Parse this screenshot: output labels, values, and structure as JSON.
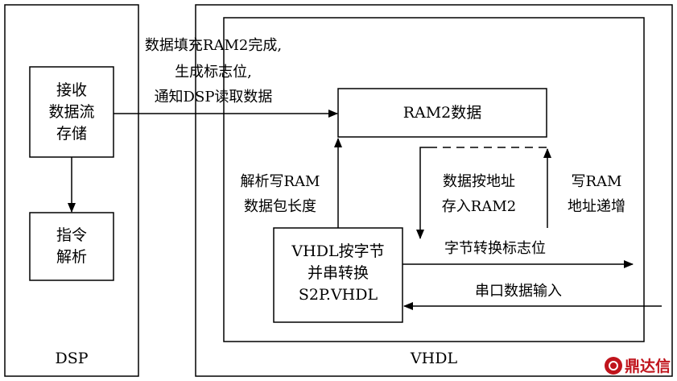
{
  "dsp": {
    "label": "DSP",
    "receive_box": [
      "接收",
      "数据流",
      "存储"
    ],
    "command_box": [
      "指令",
      "解析"
    ]
  },
  "vhdl": {
    "label": "VHDL",
    "ram_box": "RAM2数据",
    "s2p_box": [
      "VHDL按字节",
      "并串转换",
      "S2P.VHDL"
    ]
  },
  "labels": {
    "ram_full": [
      "数据填充RAM2完成,",
      "生成标志位,",
      "通知DSP读取数据"
    ],
    "parse_len": [
      "解析写RAM",
      "数据包长度"
    ],
    "store_by_addr": [
      "数据按地址",
      "存入RAM2"
    ],
    "addr_inc": [
      "写RAM",
      "地址递增"
    ],
    "byte_flag": "字节转换标志位",
    "serial_in": "串口数据输入"
  },
  "watermark": {
    "text": "鼎达信",
    "icon": "logo-mark-icon"
  },
  "colors": {
    "line": "#000000",
    "brand": "#c0141c"
  }
}
